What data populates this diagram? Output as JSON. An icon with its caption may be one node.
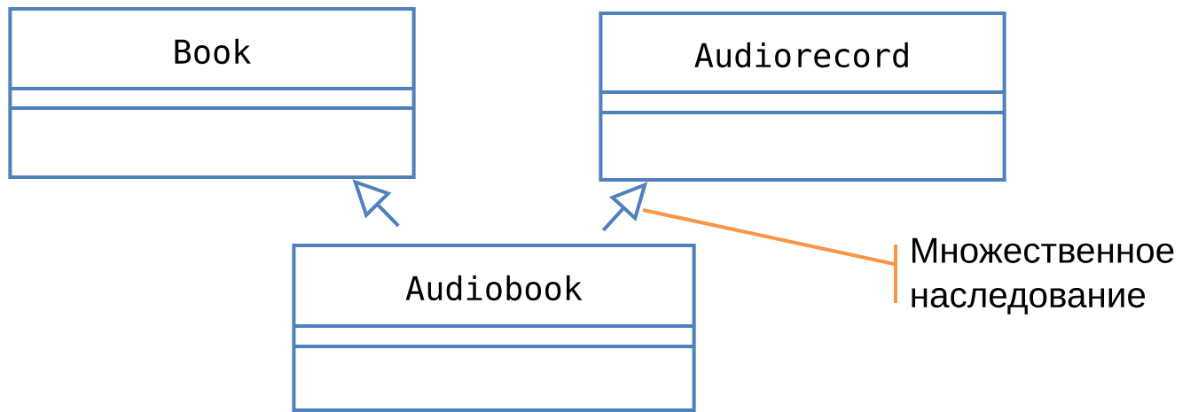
{
  "diagram": {
    "nodes": [
      {
        "text": [
          "Book"
        ]
      },
      {
        "text": [
          "Audiorecord"
        ]
      },
      {
        "text": [
          "Audiobook"
        ]
      },
      {
        "text": [
          "Множественное наследование"
        ]
      }
    ],
    "edges": [
      {
        "from": 2,
        "to": 0,
        "arrow": "to"
      },
      {
        "from": 2,
        "to": 1,
        "arrow": "to"
      },
      {
        "from": 3,
        "to": null,
        "arrow": "none",
        "color": "#f79646"
      }
    ]
  }
}
